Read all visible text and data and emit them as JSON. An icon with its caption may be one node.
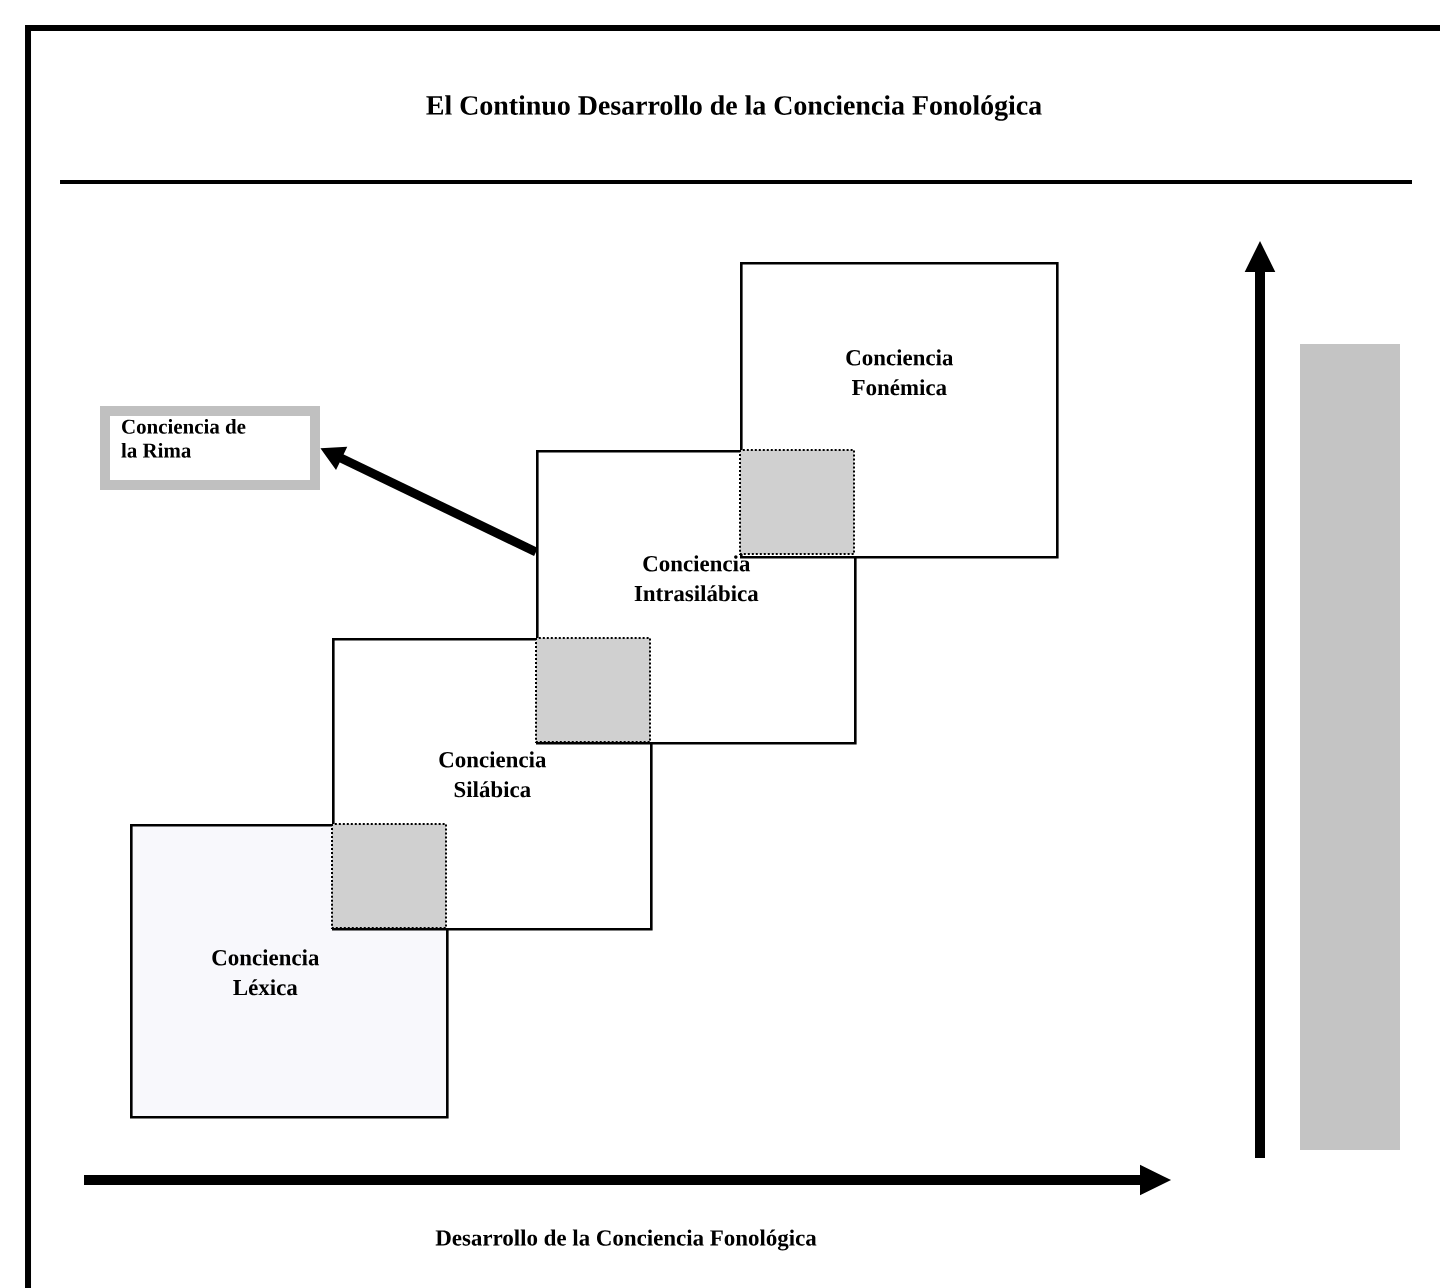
{
  "diagram": {
    "title": "El Continuo Desarrollo de la Conciencia Fonológica",
    "nodes": [
      {
        "text": [
          "Conciencia Léxica"
        ]
      },
      {
        "text": [
          "Conciencia Silábica"
        ]
      },
      {
        "text": [
          "Conciencia Intrasilábica"
        ]
      },
      {
        "text": [
          "Conciencia Fonémica"
        ]
      },
      {
        "text": [
          "Conciencia de la Rima"
        ]
      }
    ],
    "edges": [
      {
        "from": 2,
        "to": 4,
        "arrow": "to"
      }
    ],
    "labels": [
      "Desarrollo de la Conciencia Fonológica"
    ]
  }
}
